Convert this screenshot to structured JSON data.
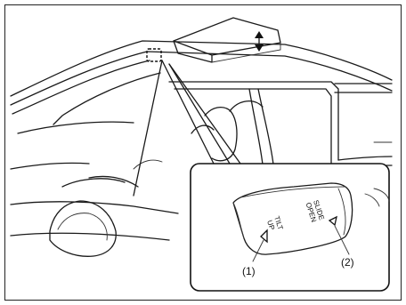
{
  "callouts": {
    "tilt_up": "(1)",
    "slide_open": "(2)"
  },
  "switch_labels": {
    "tilt_line1": "TILT",
    "tilt_line2": "UP",
    "slide_line1": "SLIDE",
    "slide_line2": "OPEN"
  }
}
